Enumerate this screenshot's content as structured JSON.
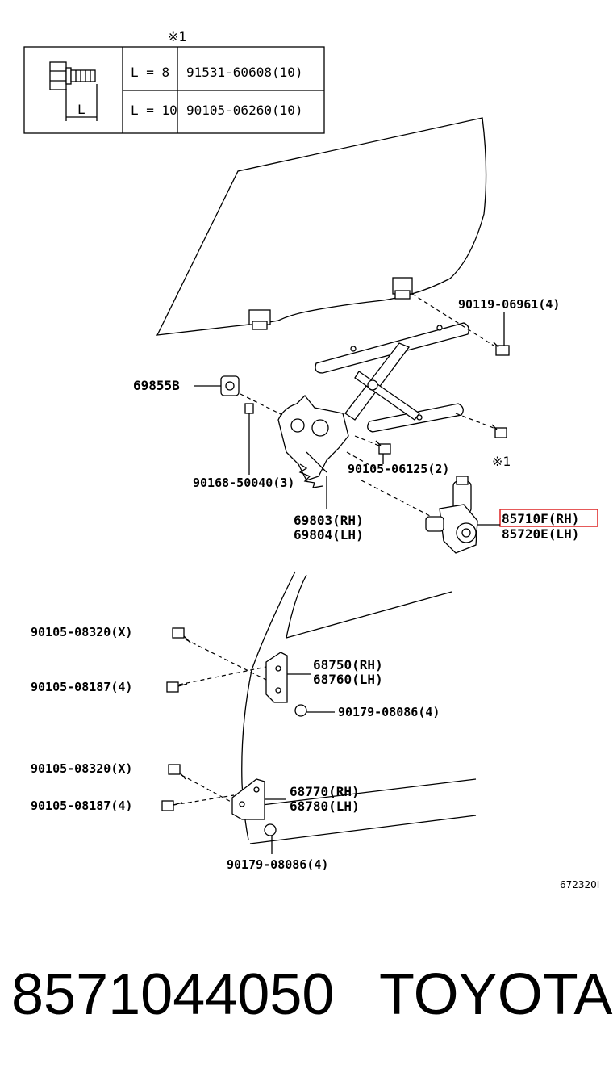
{
  "table": {
    "note_mark": "※1",
    "rows": [
      {
        "length": "L = 8",
        "part": "91531-60608(10)"
      },
      {
        "length": "L = 10",
        "part": "90105-06260(10)"
      }
    ],
    "dimension_label": "L"
  },
  "callouts": {
    "c_90119": "90119-06961(4)",
    "c_69855": "69855B",
    "c_90168": "90168-50040(3)",
    "c_90105_06125": "90105-06125(2)",
    "c_note1": "※1",
    "c_69803": "69803(RH)",
    "c_69804": "69804(LH)",
    "c_85710": "85710F(RH)",
    "c_85720": "85720E(LH)",
    "c_90105_08320_a": "90105-08320(X)",
    "c_90105_08187_a": "90105-08187(4)",
    "c_68750": "68750(RH)",
    "c_68760": "68760(LH)",
    "c_90179_a": "90179-08086(4)",
    "c_90105_08320_b": "90105-08320(X)",
    "c_90105_08187_b": "90105-08187(4)",
    "c_68770": "68770(RH)",
    "c_68780": "68780(LH)",
    "c_90179_b": "90179-08086(4)"
  },
  "highlight_color": "#e03030",
  "reference_code": "672320I",
  "footer": {
    "part_number": "8571044050",
    "brand": "TOYOTA"
  }
}
